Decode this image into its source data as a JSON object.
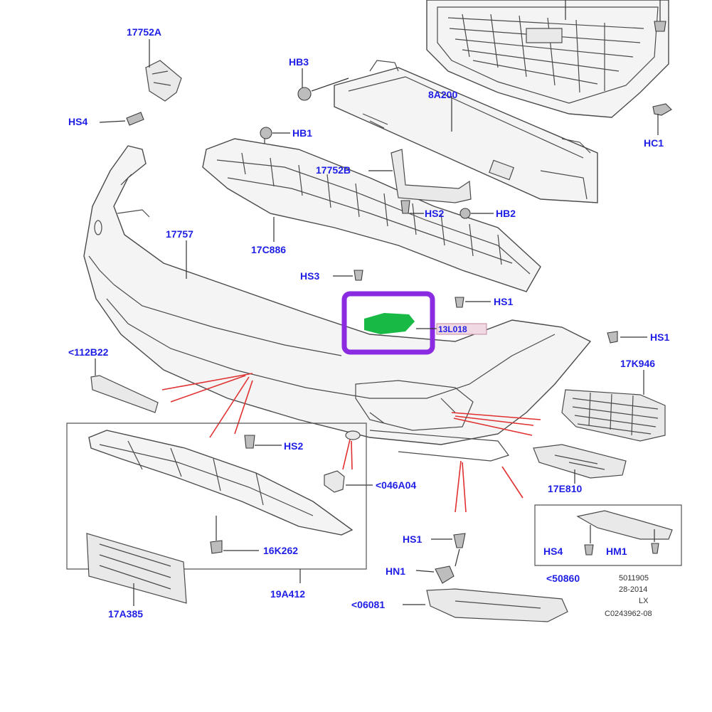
{
  "labels": {
    "p17752A": "17752A",
    "pHS4_top": "HS4",
    "pHB3": "HB3",
    "p8A200": "8A200",
    "pHC1": "HC1",
    "pHB1": "HB1",
    "p17752B": "17752B",
    "pHS2_top": "HS2",
    "pHB2": "HB2",
    "p17757": "17757",
    "p17C886": "17C886",
    "pHS3": "HS3",
    "pHS1_mid": "HS1",
    "p13L018": "13L018",
    "pHS1_right": "HS1",
    "p17K946": "17K946",
    "p112B22": "<112B22",
    "pHS2_bottom": "HS2",
    "p046A04": "<046A04",
    "p17E810": "17E810",
    "p16K262": "16K262",
    "p19A412": "19A412",
    "p17A385": "17A385",
    "pHS1_bottom": "HS1",
    "pHN1": "HN1",
    "p06081": "<06081",
    "pHS4_inset": "HS4",
    "pHM1": "HM1",
    "p50860": "<50860"
  },
  "meta": {
    "line1": "5011905",
    "line2": "28-2014",
    "line3": "LX",
    "line4": "C0243962-08"
  },
  "colors": {
    "label": "#1e1ee6",
    "highlight_frame": "#8a2be2",
    "highlight_fill": "#19b946",
    "pointer": "#e03030"
  }
}
